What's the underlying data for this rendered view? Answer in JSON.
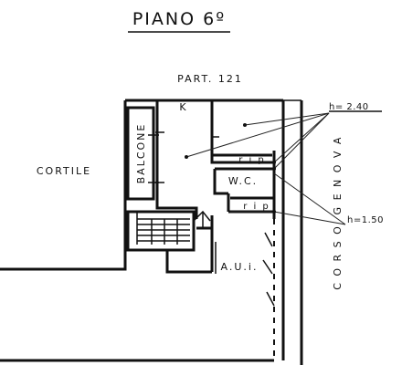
{
  "title": "PIANO 6º",
  "labels": {
    "part": "PART. 121",
    "cortile": "CORTILE",
    "balcone": "BALCONE",
    "kitchen": "K",
    "wc": "W.C.",
    "rip_top": "r i p",
    "rip_bottom": "r i p",
    "aui": "A.U.i.",
    "corso_genova_upper": "G E N O V A",
    "corso_genova_lower": "C O R S O",
    "height_upper": "h= 2.40",
    "height_lower": "h=1.50"
  }
}
